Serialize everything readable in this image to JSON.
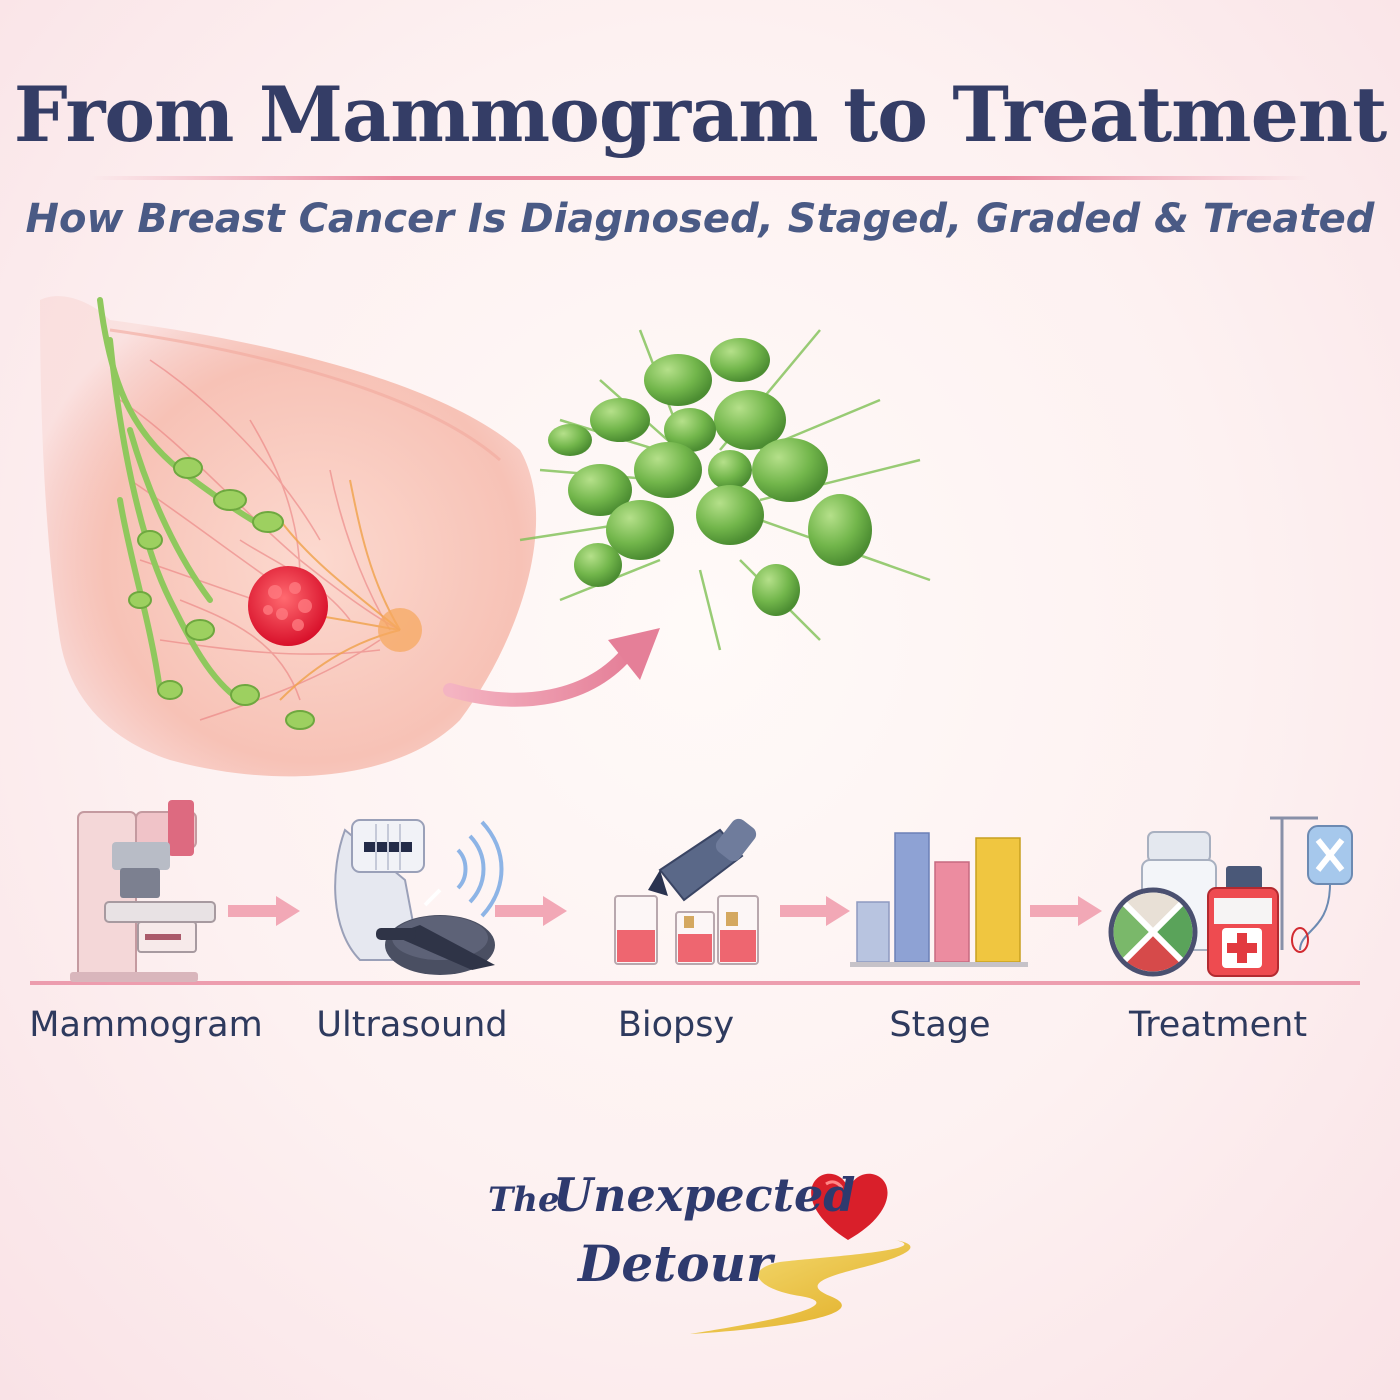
{
  "header": {
    "title": "From Mammogram to Treatment",
    "subtitle": "How Breast Cancer Is Diagnosed, Staged, Graded & Treated"
  },
  "steps": [
    {
      "label": "Mammogram",
      "icon": "mammogram-machine-icon"
    },
    {
      "label": "Ultrasound",
      "icon": "ultrasound-scanner-icon"
    },
    {
      "label": "Biopsy",
      "icon": "biopsy-vials-icon"
    },
    {
      "label": "Stage",
      "icon": "stage-bar-chart-icon"
    },
    {
      "label": "Treatment",
      "icon": "treatment-medicine-icon"
    }
  ],
  "logo": {
    "line1a": "The",
    "line1b": "Unexpected",
    "line2": "Detour"
  },
  "colors": {
    "title": "#343d66",
    "accent_pink": "#e9889e",
    "tumor_red": "#e8283c",
    "cell_green": "#6fb34a",
    "heart_red": "#d91f2a",
    "road_gold": "#e9c23a"
  }
}
